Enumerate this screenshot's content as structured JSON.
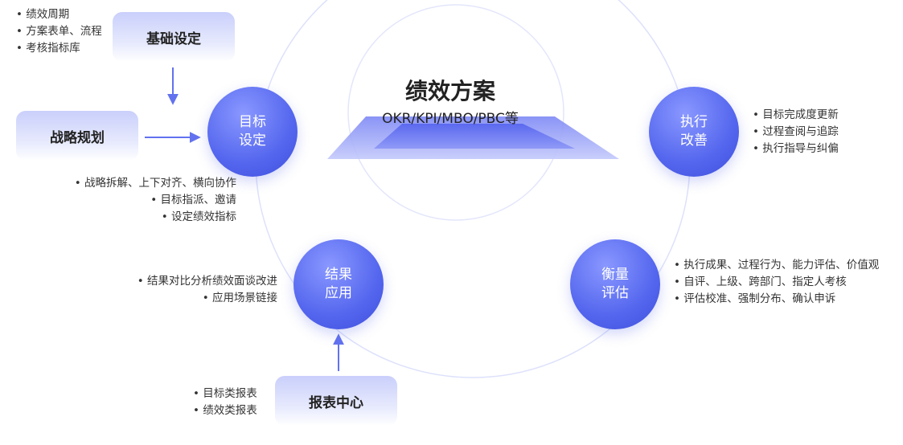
{
  "center": {
    "title": "绩效方案",
    "subtitle": "OKR/KPI/MBO/PBC等"
  },
  "boxes": {
    "basic_setup": "基础设定",
    "strategy": "战略规划",
    "report_center": "报表中心"
  },
  "circles": {
    "goal_setting": "目标 设定",
    "execution": "执行 改善",
    "measurement": "衡量 评估",
    "result_application": "结果 应用"
  },
  "notes": {
    "basic_setup": [
      "绩效周期",
      "方案表单、流程",
      "考核指标库"
    ],
    "goal_setting": [
      "战略拆解、上下对齐、横向协作",
      "目标指派、邀请",
      "设定绩效指标"
    ],
    "execution": [
      "目标完成度更新",
      "过程查阅与追踪",
      "执行指导与纠偏"
    ],
    "measurement": [
      "执行成果、过程行为、能力评估、价值观",
      "自评、上级、跨部门、指定人考核",
      "评估校准、强制分布、确认申诉"
    ],
    "result_application": [
      "结果对比分析绩效面谈改进",
      "应用场景链接"
    ],
    "report_center": [
      "目标类报表",
      "绩效类报表"
    ]
  },
  "colors": {
    "accent": "#5466ee",
    "accent_light": "#c9cffb",
    "arrow": "#6272ef"
  }
}
